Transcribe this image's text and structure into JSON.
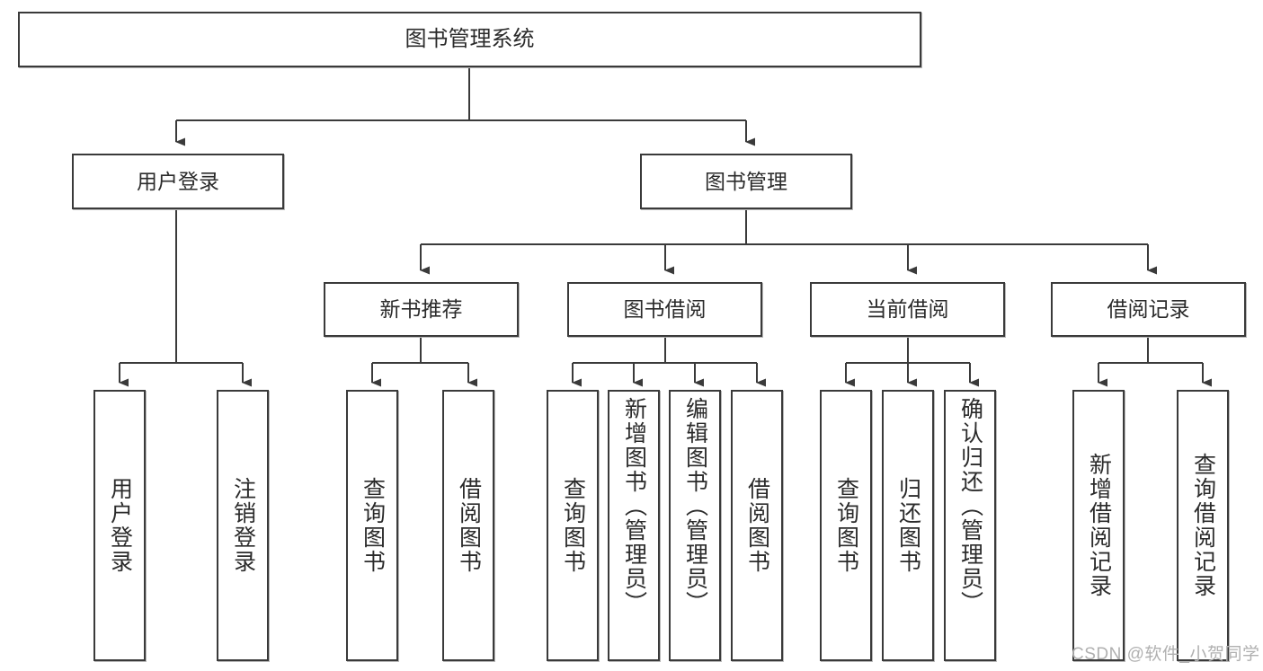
{
  "diagram": {
    "title": "图书管理系统",
    "type": "tree-hierarchy",
    "watermark": "CSDN @软件_小贺同学",
    "colors": {
      "box_border": "#3a3a3a",
      "box_fill": "#ffffff",
      "connector": "#3a3a3a",
      "text": "#2b2b2b",
      "watermark": "#b0b0b0",
      "background": "#ffffff"
    },
    "levels": {
      "level1": "root",
      "level2": "modules",
      "level3": "submodules",
      "level4": "functions"
    },
    "nodes": {
      "root": {
        "label": "图书管理系统"
      },
      "user_login": {
        "label": "用户登录"
      },
      "book_manage": {
        "label": "图书管理"
      },
      "new_book_rec": {
        "label": "新书推荐"
      },
      "book_borrow": {
        "label": "图书借阅"
      },
      "current_borrow": {
        "label": "当前借阅"
      },
      "borrow_record": {
        "label": "借阅记录"
      },
      "leaf_user_login": {
        "label": "用户登录"
      },
      "leaf_user_logout": {
        "label": "注销登录"
      },
      "leaf_query_book_1": {
        "label": "查询图书"
      },
      "leaf_borrow_book_1": {
        "label": "借阅图书"
      },
      "leaf_query_book_2": {
        "label": "查询图书"
      },
      "leaf_add_book": {
        "label": "新增图书（管理员）"
      },
      "leaf_edit_book": {
        "label": "编辑图书（管理员）"
      },
      "leaf_borrow_book_2": {
        "label": "借阅图书"
      },
      "leaf_query_book_3": {
        "label": "查询图书"
      },
      "leaf_return_book": {
        "label": "归还图书"
      },
      "leaf_confirm_return": {
        "label": "确认归还（管理员）"
      },
      "leaf_add_record": {
        "label": "新增借阅记录"
      },
      "leaf_query_record": {
        "label": "查询借阅记录"
      }
    },
    "edges": [
      {
        "from": "root",
        "to": "user_login"
      },
      {
        "from": "root",
        "to": "book_manage"
      },
      {
        "from": "user_login",
        "to": "leaf_user_login"
      },
      {
        "from": "user_login",
        "to": "leaf_user_logout"
      },
      {
        "from": "book_manage",
        "to": "new_book_rec"
      },
      {
        "from": "book_manage",
        "to": "book_borrow"
      },
      {
        "from": "book_manage",
        "to": "current_borrow"
      },
      {
        "from": "book_manage",
        "to": "borrow_record"
      },
      {
        "from": "new_book_rec",
        "to": "leaf_query_book_1"
      },
      {
        "from": "new_book_rec",
        "to": "leaf_borrow_book_1"
      },
      {
        "from": "book_borrow",
        "to": "leaf_query_book_2"
      },
      {
        "from": "book_borrow",
        "to": "leaf_add_book"
      },
      {
        "from": "book_borrow",
        "to": "leaf_edit_book"
      },
      {
        "from": "book_borrow",
        "to": "leaf_borrow_book_2"
      },
      {
        "from": "current_borrow",
        "to": "leaf_query_book_3"
      },
      {
        "from": "current_borrow",
        "to": "leaf_return_book"
      },
      {
        "from": "current_borrow",
        "to": "leaf_confirm_return"
      },
      {
        "from": "borrow_record",
        "to": "leaf_add_record"
      },
      {
        "from": "borrow_record",
        "to": "leaf_query_record"
      }
    ]
  }
}
